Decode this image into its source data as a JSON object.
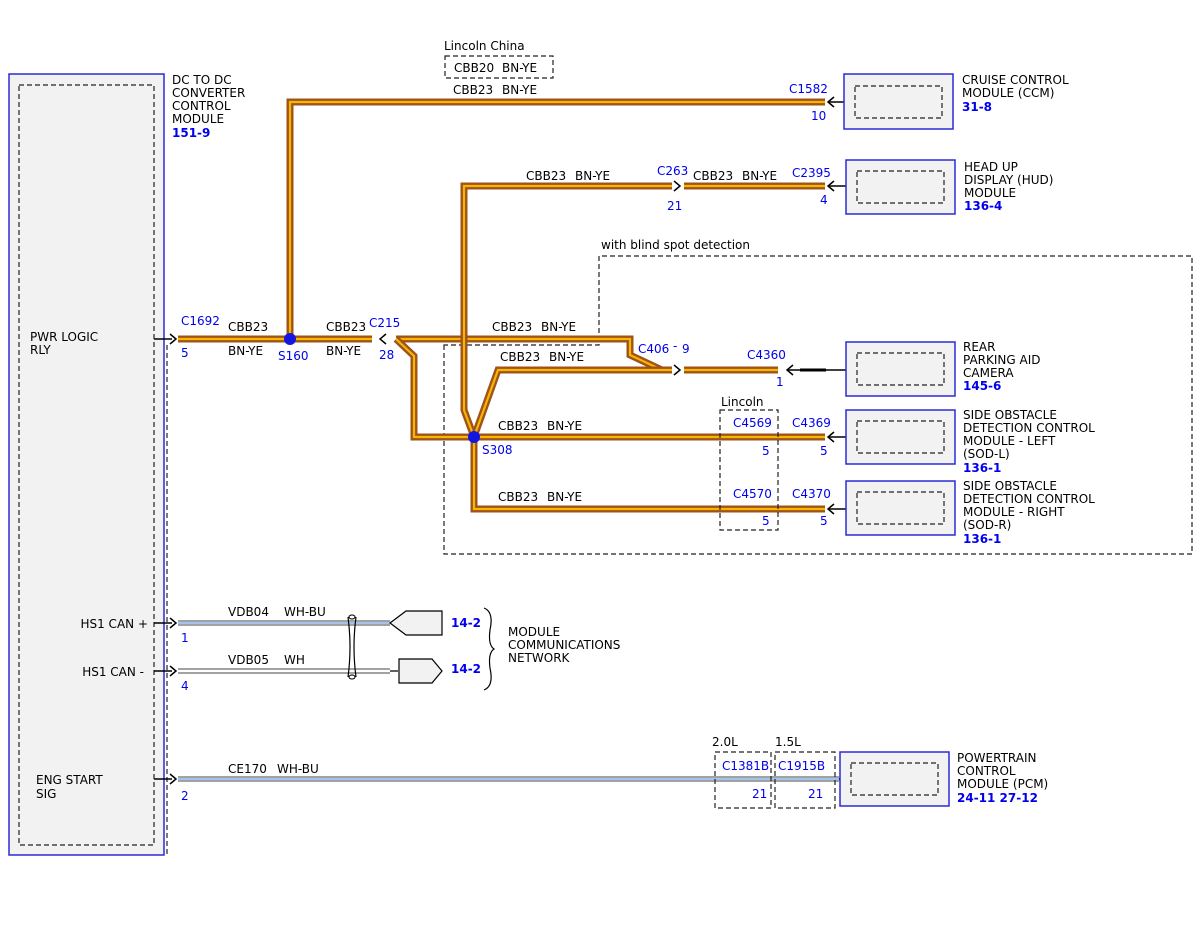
{
  "wire": {
    "code": "CBB23",
    "color": "BN-YE",
    "brown": "#a0521a",
    "yellow": "#f5b800"
  },
  "dcdc": {
    "title": [
      "DC TO DC",
      "CONVERTER",
      "CONTROL",
      "MODULE"
    ],
    "ref": "151-9",
    "pwr_logic": [
      "PWR LOGIC",
      "RLY"
    ],
    "pin_pwr": "5",
    "conn_pwr": "C1692",
    "hs1_plus": "HS1 CAN +",
    "hs1_minus": "HS1 CAN -",
    "pin_hs1_plus": "1",
    "pin_hs1_minus": "4",
    "eng_start": [
      "ENG START",
      "SIG"
    ],
    "pin_eng": "2"
  },
  "splices": {
    "s160": "S160",
    "s308": "S308"
  },
  "c215": {
    "name": "C215",
    "pin": "28"
  },
  "lincoln_china": {
    "label": "Lincoln China",
    "code": "CBB20",
    "color": "BN-YE"
  },
  "ccm": {
    "title": [
      "CRUISE CONTROL",
      "MODULE (CCM)"
    ],
    "ref": "31-8",
    "conn": "C1582",
    "pin": "10"
  },
  "hud": {
    "title": [
      "HEAD UP",
      "DISPLAY (HUD)",
      "MODULE"
    ],
    "ref": "136-4",
    "c263": "C263",
    "c263_pin": "21",
    "conn": "C2395",
    "pin": "4"
  },
  "bsd": {
    "label": "with blind spot detection"
  },
  "rpa": {
    "title": [
      "REAR",
      "PARKING AID",
      "CAMERA"
    ],
    "ref": "145-6",
    "c406": "C406",
    "c406_sep": "-",
    "c406_pin": "9",
    "conn": "C4360",
    "pin": "1"
  },
  "lincoln": {
    "label": "Lincoln"
  },
  "sodl": {
    "title": [
      "SIDE OBSTACLE",
      "DETECTION CONTROL",
      "MODULE - LEFT",
      "(SOD-L)"
    ],
    "ref": "136-1",
    "inline": "C4569",
    "inline_pin": "5",
    "conn": "C4369",
    "pin": "5"
  },
  "sodr": {
    "title": [
      "SIDE OBSTACLE",
      "DETECTION CONTROL",
      "MODULE - RIGHT",
      "(SOD-R)"
    ],
    "ref": "136-1",
    "inline": "C4570",
    "inline_pin": "5",
    "conn": "C4370",
    "pin": "5"
  },
  "can": {
    "plus_code": "VDB04",
    "plus_color": "WH-BU",
    "plus_ref": "14-2",
    "minus_code": "VDB05",
    "minus_color": "WH",
    "minus_ref": "14-2",
    "network": [
      "MODULE",
      "COMMUNICATIONS",
      "NETWORK"
    ]
  },
  "pcm": {
    "title": [
      "POWERTRAIN",
      "CONTROL",
      "MODULE (PCM)"
    ],
    "ref": "24-11 27-12",
    "wire_code": "CE170",
    "wire_color": "WH-BU",
    "l20": "2.0L",
    "c1381": "C1381B",
    "c1381_pin": "21",
    "l15": "1.5L",
    "c1915": "C1915B",
    "c1915_pin": "21"
  }
}
